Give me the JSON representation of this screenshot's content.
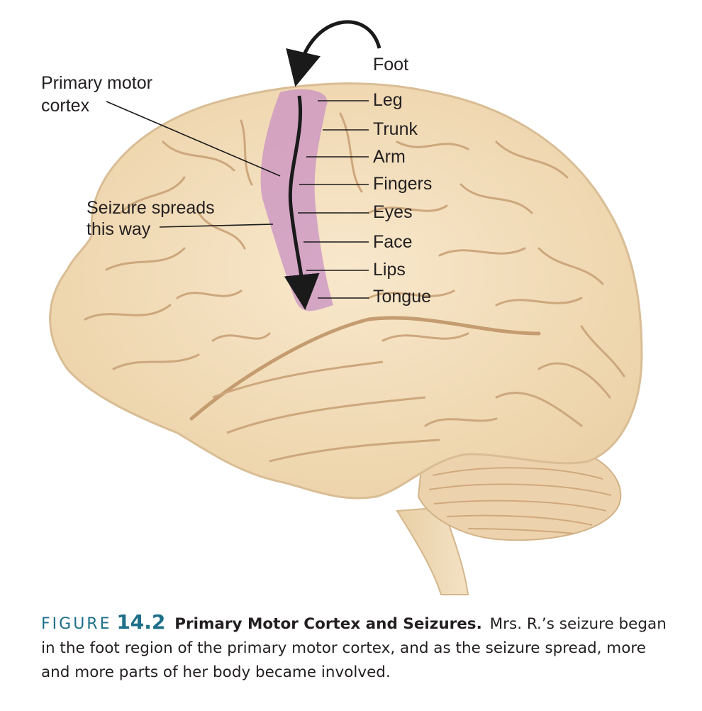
{
  "diagram": {
    "labels": {
      "primary_motor_line1": "Primary motor",
      "primary_motor_line2": "cortex",
      "seizure_line1": "Seizure spreads",
      "seizure_line2": "this way",
      "foot": "Foot"
    },
    "regions": [
      {
        "id": "leg",
        "label": "Leg"
      },
      {
        "id": "trunk",
        "label": "Trunk"
      },
      {
        "id": "arm",
        "label": "Arm"
      },
      {
        "id": "fingers",
        "label": "Fingers"
      },
      {
        "id": "eyes",
        "label": "Eyes"
      },
      {
        "id": "face",
        "label": "Face"
      },
      {
        "id": "lips",
        "label": "Lips"
      },
      {
        "id": "tongue",
        "label": "Tongue"
      }
    ],
    "colors": {
      "brain": "#f3dfbe",
      "brain_stroke": "#d9bd95",
      "groove": "#c9a57c",
      "highlight": "#c88dc4",
      "cerebellum": "#ecd3ad"
    }
  },
  "caption": {
    "figure_word": "FIGURE",
    "figure_number": "14.2",
    "title": "Primary Motor Cortex and Seizures.",
    "text": "Mrs. R.’s seizure began in the foot region of the primary motor cortex, and as the seizure spread, more and more parts of her body became involved."
  }
}
